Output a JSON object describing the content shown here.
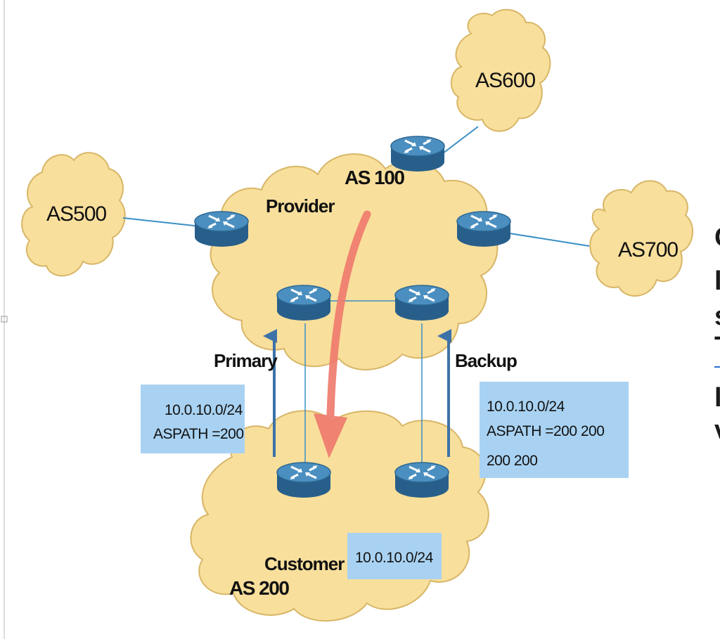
{
  "clouds": {
    "as600": "AS600",
    "as500": "AS500",
    "as700": "AS700"
  },
  "provider": {
    "as_label": "AS 100",
    "name": "Provider"
  },
  "customer": {
    "as_label": "AS 200",
    "name": "Customer",
    "prefix": "10.0.10.0/24"
  },
  "links": {
    "primary": "Primary",
    "backup": "Backup"
  },
  "primary_box": {
    "line1": "10.0.10.0/24",
    "line2": "ASPATH =200"
  },
  "backup_box": {
    "line1": "10.0.10.0/24",
    "line2": "ASPATH =200 200",
    "line3": "200 200"
  },
  "right_edge_text": [
    "C",
    "l",
    "s",
    "T",
    "l",
    "v"
  ],
  "colors": {
    "cloud_fill": "#f8df9c",
    "cloud_stroke": "#d8b667",
    "router": "#2f6f9f",
    "link": "#3a8fc4",
    "info_box": "#a9d2f2",
    "traffic_arrow": "#ef7b6e",
    "ad_arrow": "#3d72a8"
  }
}
